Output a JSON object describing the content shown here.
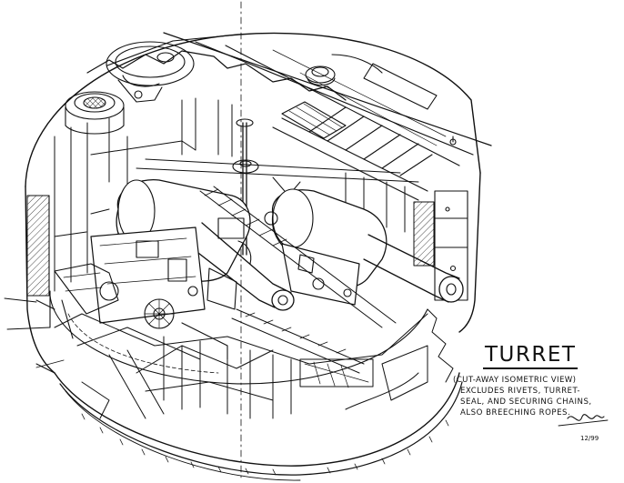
{
  "caption": {
    "title": "TURRET",
    "subtitle": "(CUT-AWAY ISOMETRIC VIEW)",
    "notes": [
      "EXCLUDES RIVETS, TURRET-",
      "SEAL, AND SECURING CHAINS,",
      "ALSO BREECHING ROPES."
    ],
    "signature": "Marie",
    "signature_date": "12/99"
  },
  "colors": {
    "ink": "#111111",
    "paper": "#ffffff",
    "hatch": "#444444"
  },
  "icons": [
    "turret-drawing",
    "gun-barrel",
    "gun-carriage",
    "roof-hatch",
    "ventilator",
    "centerline"
  ]
}
